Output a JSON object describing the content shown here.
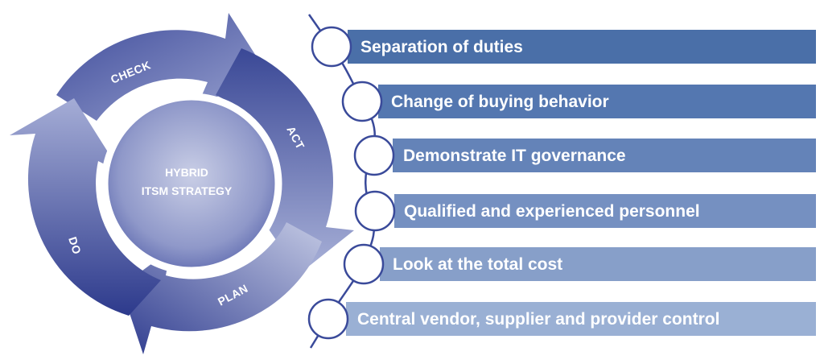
{
  "cycle": {
    "center_line1": "HYBRID",
    "center_line2": "ITSM STRATEGY",
    "phases": [
      "CHECK",
      "ACT",
      "PLAN",
      "DO"
    ]
  },
  "items": [
    {
      "label": "Separation of duties",
      "color": "#4a6fa8"
    },
    {
      "label": "Change of buying behavior",
      "color": "#5477b0"
    },
    {
      "label": "Demonstrate IT governance",
      "color": "#6483b8"
    },
    {
      "label": "Qualified and experienced personnel",
      "color": "#7590c1"
    },
    {
      "label": "Look at the total cost",
      "color": "#879fc9"
    },
    {
      "label": "Central vendor, supplier and provider control",
      "color": "#9ab0d4"
    }
  ],
  "colors": {
    "ring_dark": "#2d3a8c",
    "ring_light": "#b3bad9",
    "connector": "#3a4a9a"
  }
}
